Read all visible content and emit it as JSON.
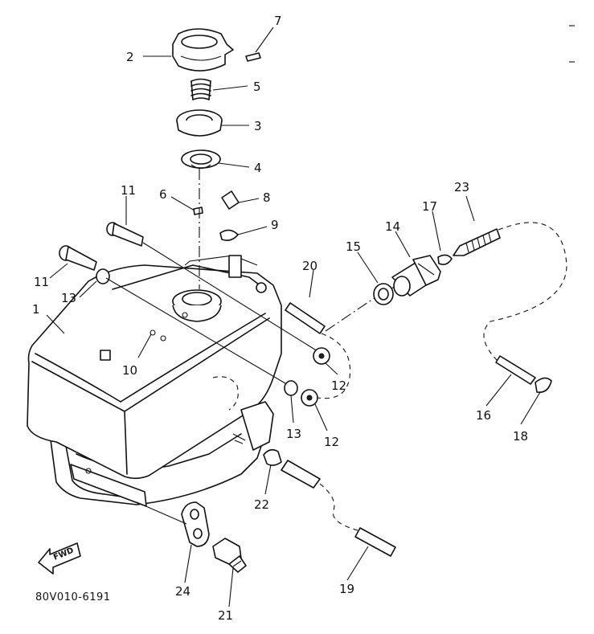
{
  "callouts": {
    "c1": "1",
    "c2": "2",
    "c3": "3",
    "c4": "4",
    "c5": "5",
    "c6": "6",
    "c7": "7",
    "c8": "8",
    "c9": "9",
    "c10": "10",
    "c11a": "11",
    "c11b": "11",
    "c12a": "12",
    "c12b": "12",
    "c13a": "13",
    "c13b": "13",
    "c14": "14",
    "c15": "15",
    "c16": "16",
    "c17": "17",
    "c18": "18",
    "c19": "19",
    "c20": "20",
    "c21": "21",
    "c22": "22",
    "c23": "23",
    "c24": "24"
  },
  "direction_arrow_label": "FWD",
  "drawing_code": "80V010-6191"
}
